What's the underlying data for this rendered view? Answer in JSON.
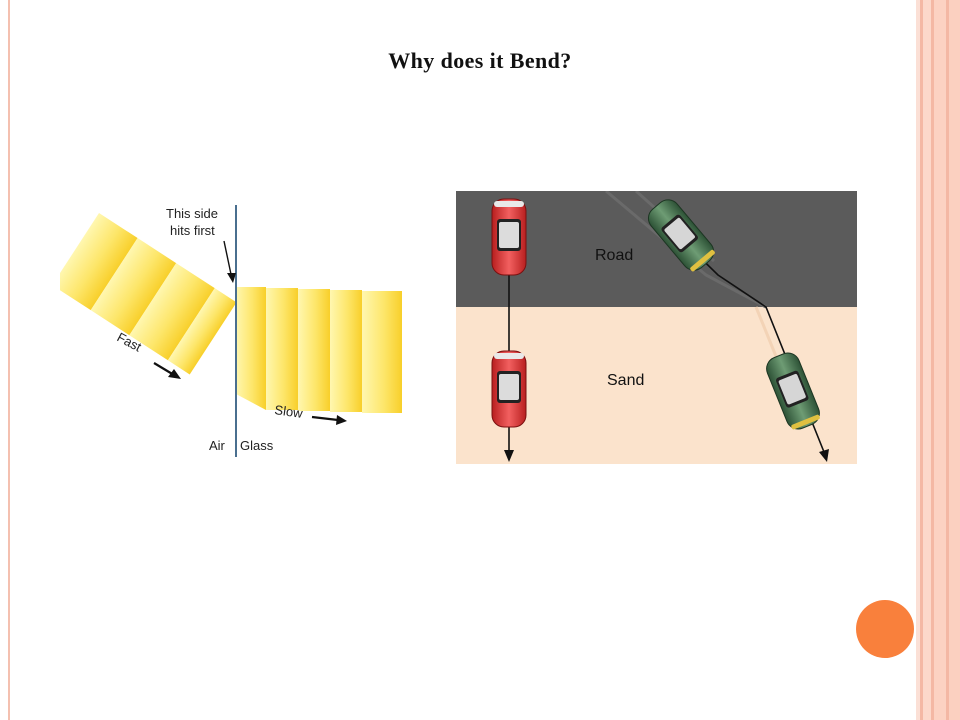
{
  "slide": {
    "title": "Why does it Bend?"
  },
  "refraction_diagram": {
    "label_hits_line1": "This side",
    "label_hits_line2": "hits first",
    "label_fast": "Fast",
    "label_slow": "Slow",
    "label_air": "Air",
    "label_glass": "Glass"
  },
  "car_diagram": {
    "label_road": "Road",
    "label_sand": "Sand"
  },
  "colors": {
    "accent_dot": "#f9803c",
    "frame_pink": "#f4c0b0",
    "road": "#5a5a5a",
    "sand": "#fbe3cc",
    "wave_yellow": "#fde04f"
  }
}
